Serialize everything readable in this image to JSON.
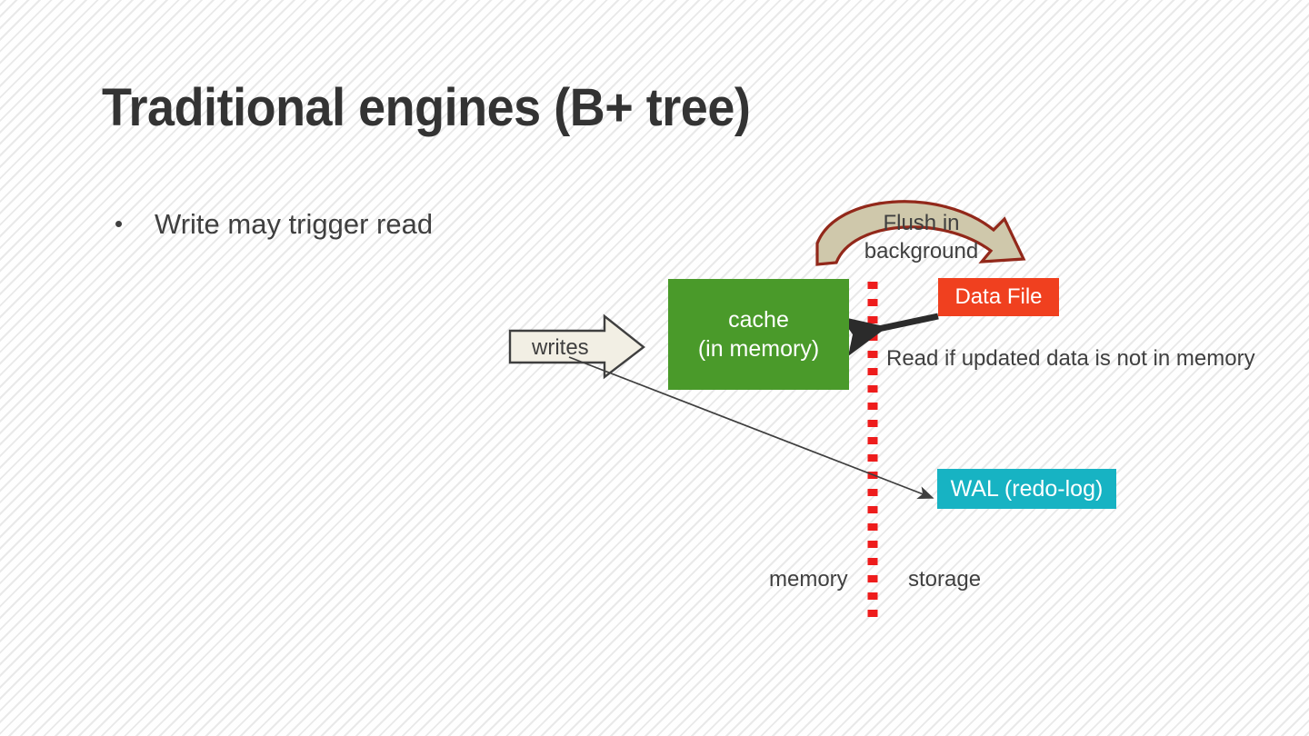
{
  "slide": {
    "title": "Traditional engines (B+ tree)",
    "bullets": [
      {
        "marker": "•",
        "text": "Write may trigger read"
      }
    ]
  },
  "diagram": {
    "boxes": [
      {
        "name": "cache",
        "label": "cache\n(in memory)",
        "line1": "cache",
        "line2": "(in memory)",
        "color": "#4a9a2a",
        "text_color": "#ffffff"
      },
      {
        "name": "data-file",
        "label": "Data File",
        "color": "#f0401f",
        "text_color": "#ffffff"
      },
      {
        "name": "wal",
        "label": "WAL (redo-log)",
        "color": "#17b3c3",
        "text_color": "#ffffff"
      }
    ],
    "labels": {
      "flush_line1": "Flush in",
      "flush_line2": "background",
      "read": "Read if updated data is not in memory",
      "writes": "writes",
      "memory": "memory",
      "storage": "storage"
    },
    "colors": {
      "divider": "#ee1c1c",
      "flush_arrow_fill": "#cfc8ab",
      "flush_arrow_stroke": "#92281a",
      "writes_arrow_fill": "#f2efe4",
      "writes_arrow_stroke": "#3f3f3f",
      "read_arrow": "#2b2b2b",
      "write_wal_arrow": "#3f3f3f",
      "title_text": "#333333",
      "body_text": "#3f3f3f"
    }
  }
}
